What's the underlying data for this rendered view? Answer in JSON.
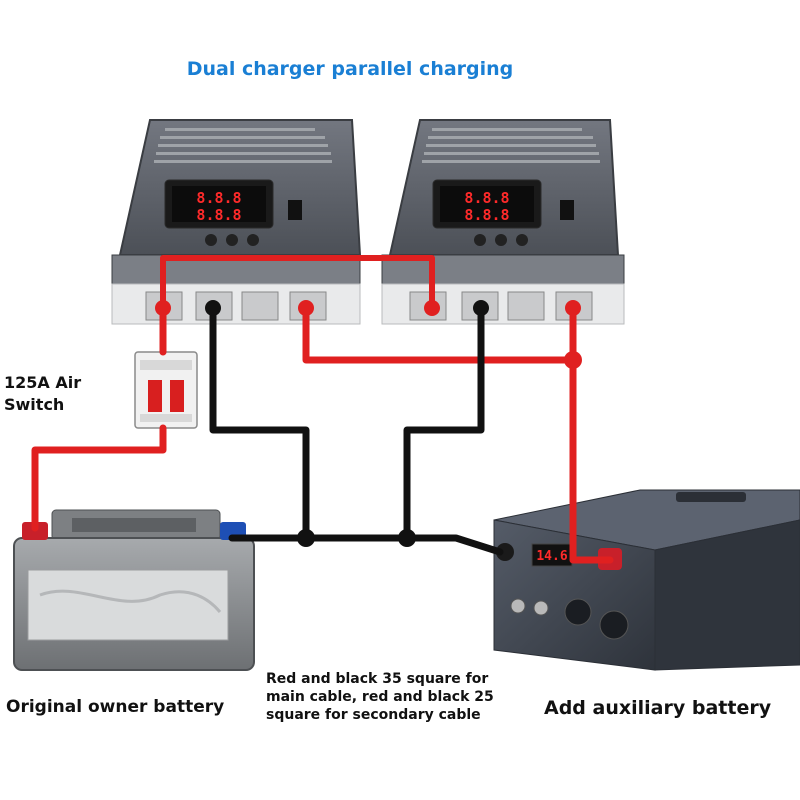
{
  "title": "Dual charger parallel charging",
  "labels": {
    "air_switch": "125A Air Switch",
    "owner_battery": "Original owner battery",
    "aux_battery": "Add auxiliary battery",
    "cable_note": "Red and black 35 square for main cable, red and black 25 square for secondary cable"
  },
  "display": {
    "charger_digits": "8.8.8",
    "aux_battery_readout": "14.6"
  },
  "colors": {
    "title": "#1a7fd4",
    "positive_wire": "#e02020",
    "negative_wire": "#111111",
    "charger_body": "#5f6368",
    "battery_body": "#8a8d90",
    "aux_battery_body": "#3f4652",
    "display_digits": "#ff2a2a"
  }
}
